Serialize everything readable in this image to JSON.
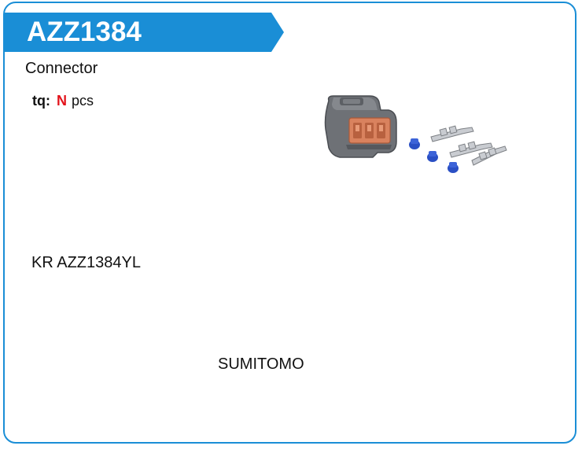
{
  "product": {
    "code": "AZZ1384",
    "type": "Connector",
    "quantity_label": "tq:",
    "quantity_value": "N",
    "quantity_unit": "pcs",
    "part_number": "KR AZZ1384YL",
    "brand": "SUMITOMO"
  },
  "colors": {
    "accent": "#1a8ed6",
    "quantity_value": "#e3131b",
    "connector_body": "#6b6e72",
    "connector_insert": "#d9825e",
    "seal": "#2a4fc4"
  },
  "images": {
    "product_icon": "connector-kit-icon"
  }
}
